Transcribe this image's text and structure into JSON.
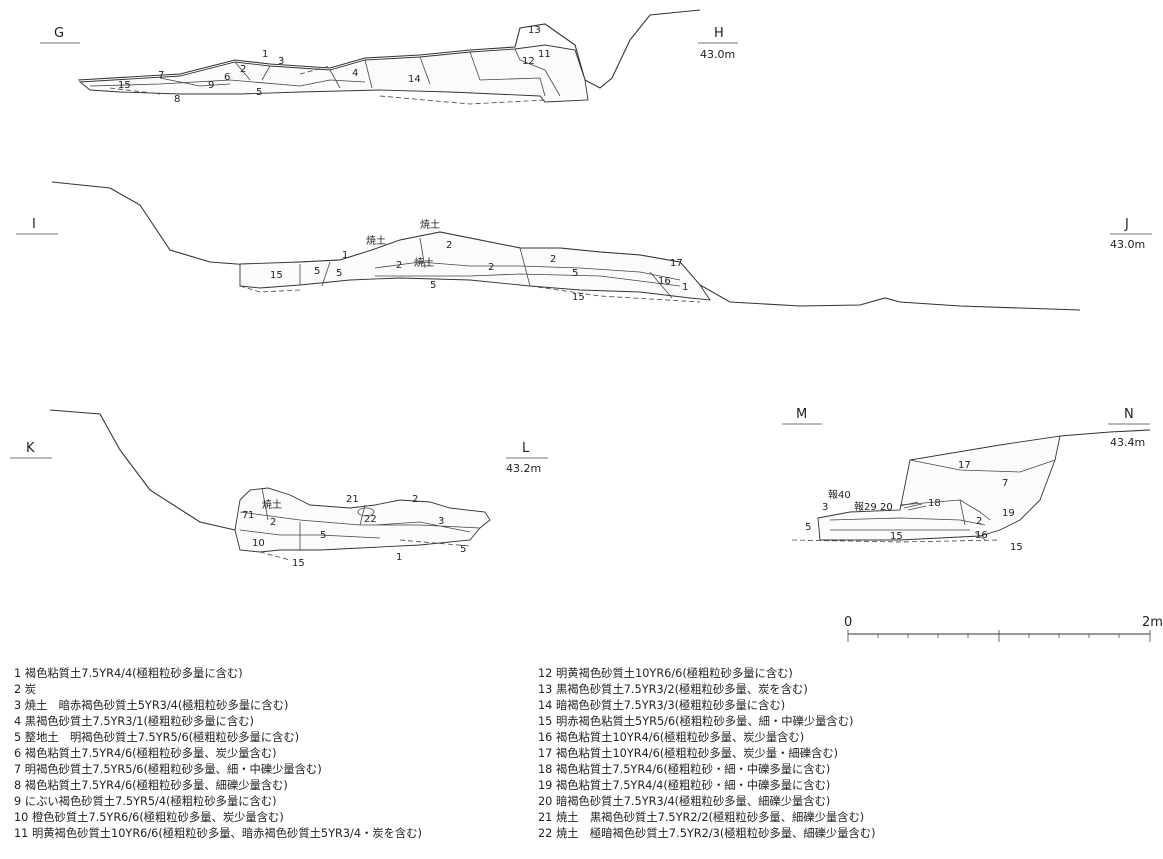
{
  "sections": [
    {
      "id": "GH",
      "left": "G",
      "right": "H",
      "elevation": "43.0m"
    },
    {
      "id": "IJ",
      "left": "I",
      "right": "J",
      "elevation": "43.0m"
    },
    {
      "id": "KL",
      "left": "K",
      "right": "L",
      "elevation": "43.2m"
    },
    {
      "id": "MN",
      "left": "M",
      "right": "N",
      "elevation": "43.4m"
    }
  ],
  "layer_numbers": {
    "gh": [
      "1",
      "2",
      "3",
      "4",
      "5",
      "6",
      "7",
      "8",
      "9",
      "11",
      "12",
      "13",
      "14",
      "15"
    ],
    "ij": [
      "1",
      "2",
      "5",
      "15",
      "16",
      "17"
    ],
    "kl": [
      "1",
      "2",
      "3",
      "5",
      "7",
      "10",
      "15",
      "21",
      "22"
    ],
    "mn": [
      "2",
      "3",
      "5",
      "7",
      "15",
      "16",
      "17",
      "18",
      "19",
      "20"
    ]
  },
  "labels": {
    "yakido": "焼土",
    "ho40": "報40",
    "ho29": "報29"
  },
  "scale": {
    "start": "0",
    "end": "2m"
  },
  "legend": {
    "left": [
      "1 褐色粘質土7.5YR4/4(極粗粒砂多量に含む)",
      "2 炭",
      "3 焼土　暗赤褐色砂質土5YR3/4(極粗粒砂多量に含む)",
      "4 黒褐色砂質土7.5YR3/1(極粗粒砂多量に含む)",
      "5 整地土　明褐色砂質土7.5YR5/6(極粗粒砂多量に含む)",
      "6 褐色粘質土7.5YR4/6(極粗粒砂多量、炭少量含む)",
      "7 明褐色砂質土7.5YR5/6(極粗粒砂多量、細・中礫少量含む)",
      "8 褐色粘質土7.5YR4/6(極粗粒砂多量、細礫少量含む)",
      "9 にぶい褐色砂質土7.5YR5/4(極粗粒砂多量に含む)",
      "10 橙色砂質土7.5YR6/6(極粗粒砂多量、炭少量含む)",
      "11 明黄褐色砂質土10YR6/6(極粗粒砂多量、暗赤褐色砂質土5YR3/4・炭を含む)"
    ],
    "right": [
      "12 明黄褐色砂質土10YR6/6(極粗粒砂多量に含む)",
      "13 黒褐色砂質土7.5YR3/2(極粗粒砂多量、炭を含む)",
      "14 暗褐色砂質土7.5YR3/3(極粗粒砂多量に含む)",
      "15 明赤褐色粘質土5YR5/6(極粗粒砂多量、細・中礫少量含む)",
      "16 褐色粘質土10YR4/6(極粗粒砂多量、炭少量含む)",
      "17 褐色粘質土10YR4/6(極粗粒砂多量、炭少量・細礫含む)",
      "18 褐色粘質土7.5YR4/6(極粗粒砂・細・中礫多量に含む)",
      "19 褐色粘質土7.5YR4/4(極粗粒砂・細・中礫多量に含む)",
      "20 暗褐色砂質土7.5YR3/4(極粗粒砂多量、細礫少量含む)",
      "21 焼土　黒褐色砂質土7.5YR2/2(極粗粒砂多量、細礫少量含む)",
      "22 焼土　極暗褐色砂質土7.5YR2/3(極粗粒砂多量、細礫少量含む)"
    ]
  }
}
